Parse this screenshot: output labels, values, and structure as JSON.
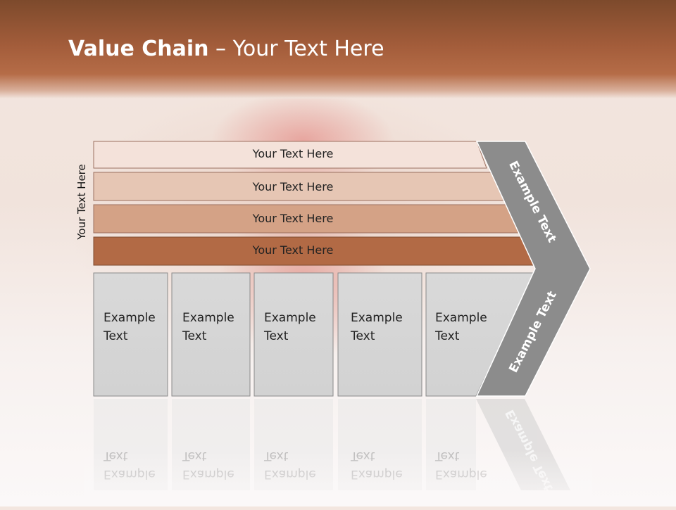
{
  "slide": {
    "title_bold": "Value Chain",
    "title_rest": " – Your Text Here",
    "vertical_label": "Your Text Here"
  },
  "bars": [
    {
      "label": "Your Text Here",
      "color": "#f4e2da"
    },
    {
      "label": "Your Text Here",
      "color": "#e6c6b4"
    },
    {
      "label": "Your Text Here",
      "color": "#d4a286"
    },
    {
      "label": "Your Text Here",
      "color": "#b26a45"
    }
  ],
  "columns": [
    {
      "line1": "Example",
      "line2": "Text"
    },
    {
      "line1": "Example",
      "line2": "Text"
    },
    {
      "line1": "Example",
      "line2": "Text"
    },
    {
      "line1": "Example",
      "line2": "Text"
    },
    {
      "line1": "Example",
      "line2": "Text"
    }
  ],
  "chevron": {
    "upper_label": "Example Text",
    "lower_label": "Example Text",
    "color": "#8c8c8c"
  },
  "colors": {
    "header": "#a25c3a",
    "column_fill": "#d8d8d8"
  }
}
